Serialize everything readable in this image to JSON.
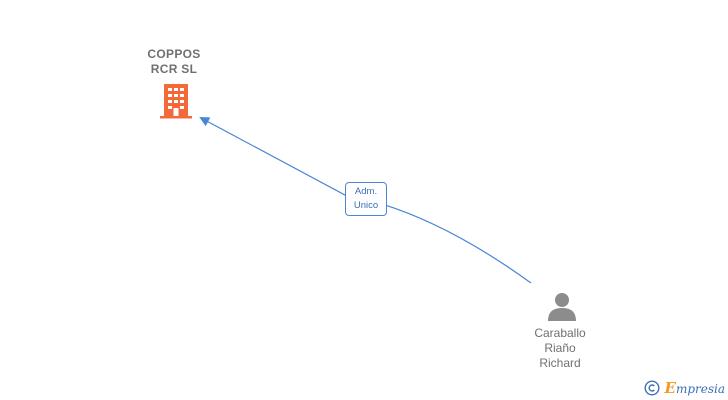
{
  "company": {
    "name_line1": "COPPOS",
    "name_line2": "RCR  SL"
  },
  "relation": {
    "role_line1": "Adm.",
    "role_line2": "Unico"
  },
  "person": {
    "name_line1": "Caraballo",
    "name_line2": "Riaño",
    "name_line3": "Richard"
  },
  "brand": {
    "copyright": "©",
    "initial": "E",
    "rest": "mpresia"
  },
  "colors": {
    "building": "#f26a3a",
    "edge": "#4a86d4",
    "person": "#8c8c8c",
    "text": "#707070"
  }
}
